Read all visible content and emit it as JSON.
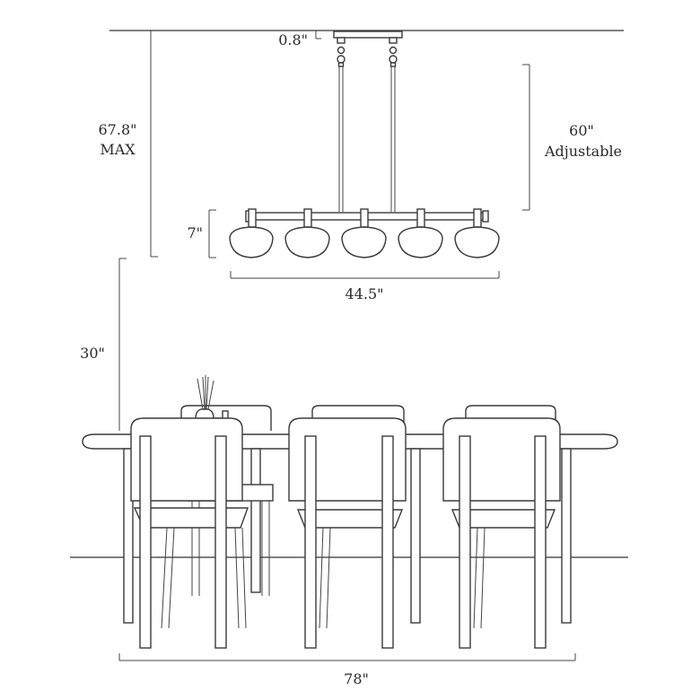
{
  "dimensions": {
    "canopy_height": "0.8\"",
    "overall_max_line1": "67.8\"",
    "overall_max_line2": "MAX",
    "adjustable_value": "60\"",
    "adjustable_label": "Adjustable",
    "shade_height": "7\"",
    "fixture_width": "44.5\"",
    "table_clearance": "30\"",
    "table_length": "78\""
  }
}
